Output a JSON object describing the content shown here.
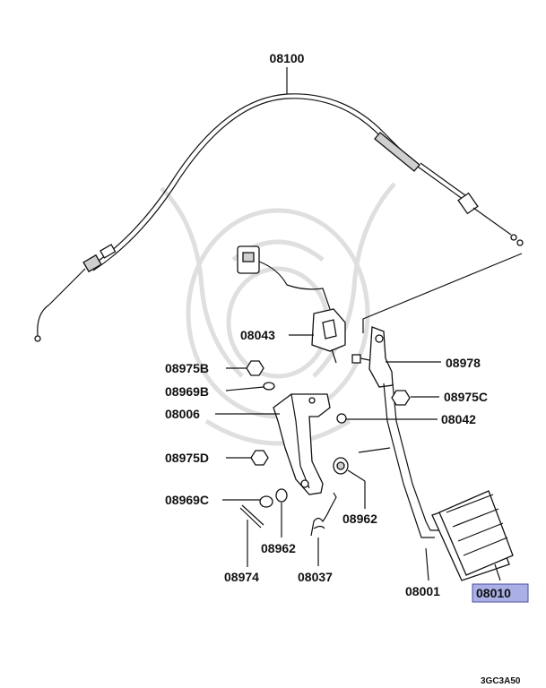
{
  "highlight_color": "#aab0e6",
  "diagram_code": "3GC3A50",
  "labels": {
    "p08100": "08100",
    "p08043": "08043",
    "p08978": "08978",
    "p08975B": "08975B",
    "p08969B": "08969B",
    "p08975C": "08975C",
    "p08006": "08006",
    "p08042": "08042",
    "p08975D": "08975D",
    "p08969C": "08969C",
    "p08962a": "08962",
    "p08962b": "08962",
    "p08974": "08974",
    "p08037": "08037",
    "p08001": "08001",
    "p08010": "08010"
  }
}
